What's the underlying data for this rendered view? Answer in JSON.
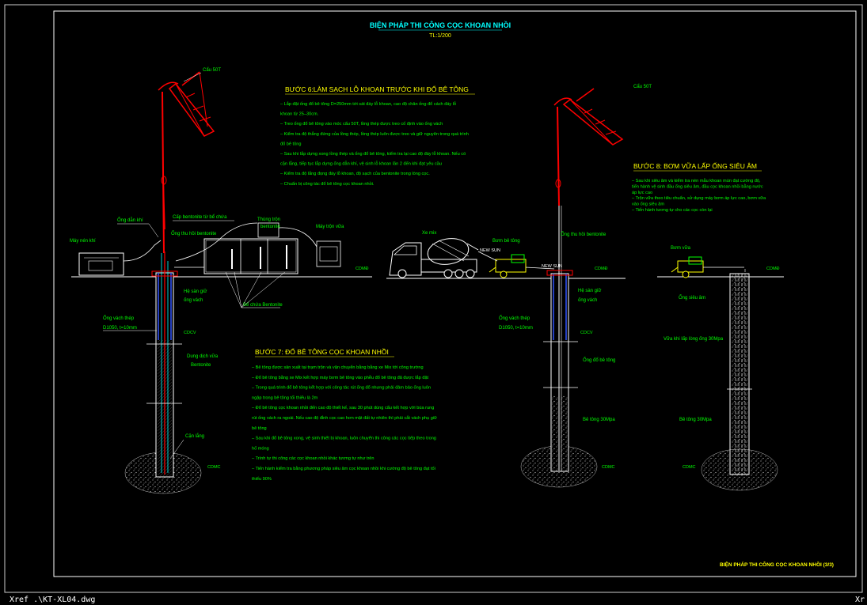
{
  "title": "BIỆN PHÁP THI CÔNG CỌC KHOAN NHỒI",
  "scale": "TL:1/200",
  "footer_title": "BIỆN PHÁP THI CÔNG CỌC KHOAN NHỒI (3/3)",
  "status": {
    "xref_left": "Xref .\\KT-XL04.dwg",
    "xref_right": "Xr"
  },
  "colors": {
    "cyan": "#00ffff",
    "yellow": "#ffff00",
    "green": "#00ff00",
    "red": "#ff0000",
    "white": "#ffffff"
  },
  "step6": {
    "heading": "BƯỚC 6:LÀM SẠCH LỖ KHOAN TRƯỚC KHI ĐỔ BÊ TÔNG",
    "lines": [
      "– Lắp đặt ống đổ bê tông D=250mm tới sát đáy lỗ khoan, cao độ chân ống đổ cách đáy lỗ",
      "khoan từ 25–30cm.",
      "– Treo ống đổ bê tông vào móc cẩu 50T, lồng thép được treo cố định vào ống vách",
      "– Kiểm tra độ thẳng đứng của lồng thép, lồng thép luôn được treo và giữ nguyên trong quá trình",
      "đổ bê tông",
      "– Sau khi lắp dựng xong lồng thép và ống đổ bê tông, kiểm tra lại cao độ đáy lỗ khoan. Nếu có",
      "cặn lắng, tiếp tục lắp dựng ống dẫn khí, vệ sinh lỗ khoan lần 2 đến khi đạt yêu cầu",
      "– Kiểm tra độ lắng đọng đáy lỗ khoan, độ sạch của bentonite trong lòng cọc.",
      "– Chuẩn bị công tác đổ bê tông cọc khoan nhồi."
    ]
  },
  "step7": {
    "heading": "BƯỚC 7: ĐỔ BÊ TÔNG CỌC KHOAN NHỒI",
    "lines": [
      "– Bê tông được sản xuất tại trạm trộn và vận chuyển bằng bằng xe Mix tới công trường",
      "– Đổ bê tông bằng xe Mix kết hợp máy bơm bê tông vào phễu đổ bê tông đã được lắp đặt",
      "– Trong quá trình đổ bê tông kết hợp với công tác rút ống đổ nhưng phải đảm bảo ống luôn",
      "ngập trong bê tông tối thiểu là 2m",
      "– Đổ bê tông cọc khoan nhồi đến cao độ thiết kế, sau 30 phút dùng cẩu kết hợp với búa rung",
      "rút ống vách  ra ngoài. Nếu cao độ đỉnh cọc cao hơn mặt đất tự nhiên thì phải cắt vách phụ giữ",
      "bê tông",
      "– Sau khi đổ bê tông xong, vệ sinh thiết bị khoan, luôn chuyển thi công các cọc tiếp theo trong",
      "hố móng",
      "– Trình tự thi công các cọc khoan nhồi khác tương tự như trên",
      "– Tiến hành kiểm tra bằng phương pháp siêu âm cọc khoan nhồi khi cường độ bê tông đạt tối",
      "thiểu 90%"
    ]
  },
  "step8": {
    "heading": "BƯỚC 8: BƠM VỮA LẤP ỐNG SIÊU ÂM",
    "lines": [
      "– Sau khi siêu âm và kiểm tra nén mẫu khoan mùn đạt cường độ,",
      "tiến hành vệ sinh đầu ống siêu âm, đầu cọc khoan nhồi bằng nước",
      "áp lực cao",
      "– Trộn vữa theo tiêu chuẩn, sử dụng máy bơm áp lực cao, bơm vữa",
      "vào ống siêu âm",
      "– Tiến hành tương tự cho các cọc còn lại"
    ]
  },
  "labels": {
    "crane1": "Cẩu 50T",
    "crane2": "Cẩu 50T",
    "ong_dan_khi": "Ống dẫn khí",
    "may_nen_khi": "Máy nén khí",
    "cap_bentonite": "Cấp bentonite từ bể chứa",
    "ong_thu_hoi": "Ống thu hồi bentonite",
    "thung_tron": "Thùng trộn",
    "bentonite": "bentonite",
    "may_tron_vua": "Máy trộn vữa",
    "be_chua": "Bể chứa Bentonite",
    "he_san_giu": "Hệ sàn giữ",
    "ong_vach": "ống vách",
    "ong_vach_thep": "Ống vách thép",
    "d1050": "D1050, t=10mm",
    "dung_dich_vua": "Dung dịch vữa",
    "bentonite2": "Bentonite",
    "can_lang": "Cặn lắng",
    "cdcv": "CDCV",
    "cdmd": "CDMĐ",
    "cdmc": "CDMC",
    "xe_mix": "Xe mix",
    "bom_be_tong": "Bơm bê tông",
    "new_sun": "NEW SUN",
    "ong_thu_hoi2": "Ống thu hồi bentonite",
    "he_san_giu2": "Hệ sàn giữ",
    "ong_vach2": "ống vách",
    "ong_vach_thep2": "Ống vách thép",
    "d1050_2": "D1050, t=10mm",
    "ong_do_be_tong": "Ống đổ bê tông",
    "be_tong_30": "Bê tông 30Mpa",
    "bom_vua": "Bơm vữa",
    "ong_sieu_am": "Ống siêu âm",
    "vua_khi_lap": "Vữa khi lấp lòng ống 30Mpa",
    "be_tong_30b": "Bê tông 30Mpa"
  }
}
